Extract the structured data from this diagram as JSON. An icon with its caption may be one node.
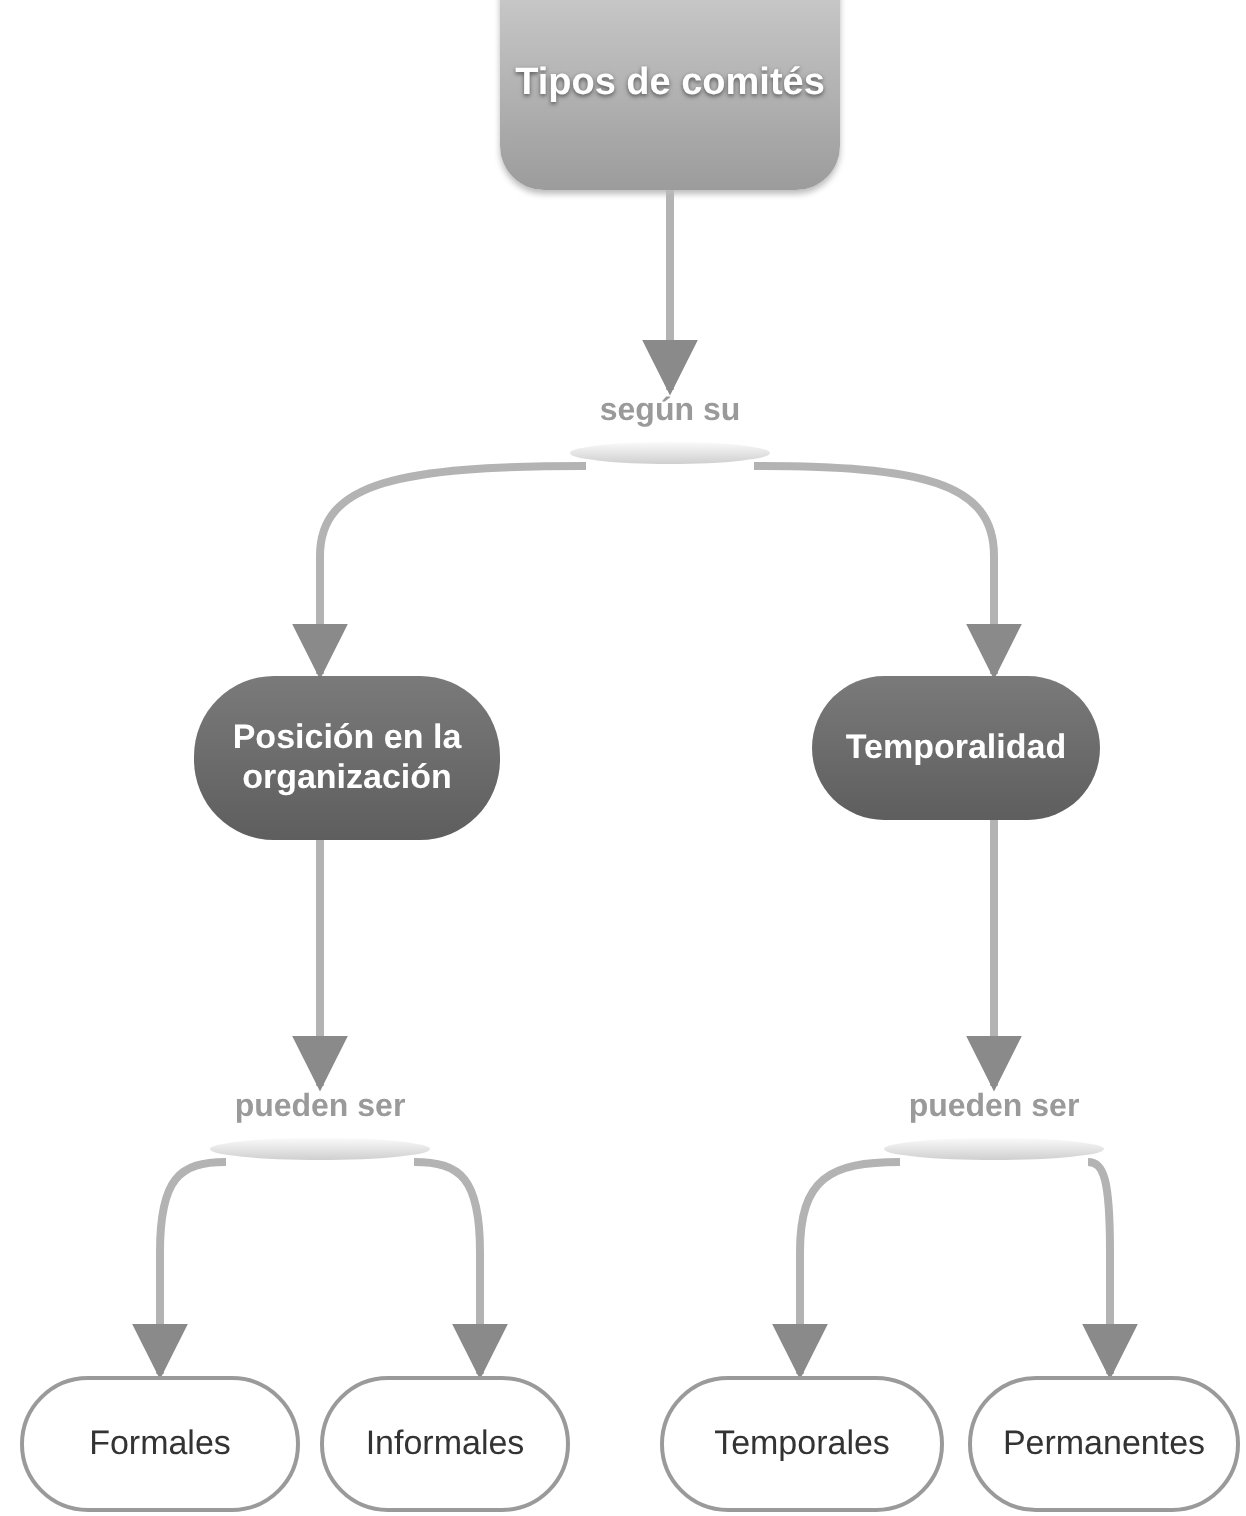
{
  "diagram": {
    "nodes": [
      {
        "text": [
          "Tipos de comités"
        ]
      },
      {
        "text": [
          "según su"
        ]
      },
      {
        "text": [
          "Posición en la organización"
        ]
      },
      {
        "text": [
          "Temporalidad"
        ]
      },
      {
        "text": [
          "pueden ser"
        ]
      },
      {
        "text": [
          "pueden ser"
        ]
      },
      {
        "text": [
          "Formales"
        ]
      },
      {
        "text": [
          "Informales"
        ]
      },
      {
        "text": [
          "Temporales"
        ]
      },
      {
        "text": [
          "Permanentes"
        ]
      }
    ],
    "edges": [
      {
        "from": 0,
        "to": 1,
        "arrow": "to"
      },
      {
        "from": 1,
        "to": 2,
        "arrow": "to"
      },
      {
        "from": 1,
        "to": 3,
        "arrow": "to"
      },
      {
        "from": 2,
        "to": 4,
        "arrow": "to"
      },
      {
        "from": 3,
        "to": 5,
        "arrow": "to"
      },
      {
        "from": 4,
        "to": 6,
        "arrow": "to"
      },
      {
        "from": 4,
        "to": 7,
        "arrow": "to"
      },
      {
        "from": 5,
        "to": 8,
        "arrow": "to"
      },
      {
        "from": 5,
        "to": 9,
        "arrow": "to"
      }
    ]
  }
}
